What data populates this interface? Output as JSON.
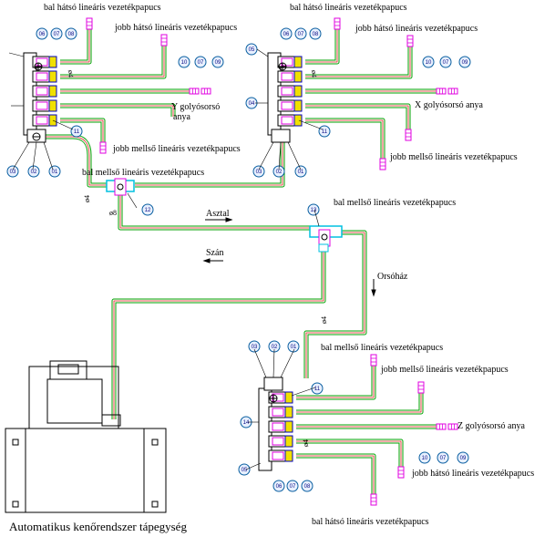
{
  "labels": {
    "t1": "bal hátsó lineáris vezetékpapucs",
    "t2": "bal hátsó lineáris vezetékpapucs",
    "t3": "jobb hátsó lineáris vezetékpapucs",
    "t4": "jobb hátsó lineáris vezetékpapucs",
    "t5": "Y golyósorsó",
    "t5b": "anya",
    "t6": "X golyósorsó anya",
    "t7": "jobb mellső lineáris vezetékpapucs",
    "t8": "jobb mellső lineáris vezetékpapucs",
    "t9": "bal mellső lineáris vezetékpapucs",
    "t10": "bal mellső lineáris vezetékpapucs",
    "t11": "Asztal",
    "t12": "Szán",
    "t13": "Orsóház",
    "t14": "bal mellső lineáris vezetékpapucs",
    "t15": "jobb mellső lineáris vezetékpapucs",
    "t16": "Z golyósorsó anya",
    "t17": "jobb hátsó lineáris vezetékpapucs",
    "t18": "bal hátsó lineáris vezetékpapucs",
    "t19": "Automatikus kenőrendszer tápegység",
    "d1": "ø8",
    "d2": "ø4",
    "d3": "ø4",
    "d4": "ø4",
    "d5": "ø4",
    "d6": "ø4"
  },
  "bubbles": {
    "b1": "06",
    "b2": "07",
    "b3": "08",
    "b4": "11",
    "b5": "03",
    "b6": "02",
    "b7": "01",
    "b8": "10",
    "b9": "07",
    "b10": "09",
    "b11": "05",
    "b12": "06",
    "b13": "07",
    "b14": "08",
    "b15": "04",
    "b16": "11",
    "b17": "03",
    "b18": "02",
    "b19": "01",
    "b20": "10",
    "b21": "07",
    "b22": "09",
    "b23": "12",
    "b24": "13",
    "b25": "03",
    "b26": "02",
    "b27": "01",
    "b28": "11",
    "b29": "14",
    "b30": "05",
    "b31": "06",
    "b32": "07",
    "b33": "08",
    "b34": "10",
    "b35": "07",
    "b36": "09"
  },
  "colors": {
    "pipe_outer": "#00a000",
    "pipe_inner": "#e02020",
    "bubble": "#0a5fa0",
    "magenta": "#e000e0",
    "cyan": "#00c0e0",
    "block": "#ffffff"
  }
}
